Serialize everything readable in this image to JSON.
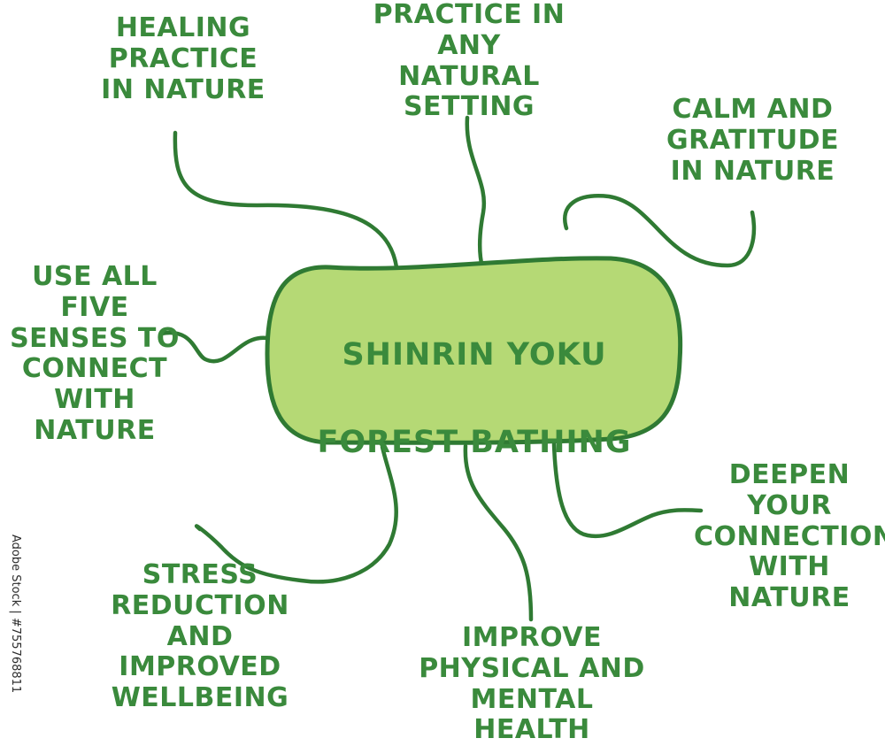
{
  "colors": {
    "ink": "#3a8a3c",
    "outline": "#2f7a33",
    "hub_fill": "#b5d975",
    "background": "#ffffff"
  },
  "hub": {
    "line1": "Shinrin Yoku",
    "line2": "Forest Bathing"
  },
  "branches": [
    {
      "id": "healing-practice",
      "text": "Healing\nPractice\nin Nature"
    },
    {
      "id": "any-natural-setting",
      "text": "Practice in\nany natural\nsetting"
    },
    {
      "id": "calm-gratitude",
      "text": "Calm and\ngratitude\nin nature"
    },
    {
      "id": "five-senses",
      "text": "Use all five\nsenses to\nconnect\nwith nature"
    },
    {
      "id": "deepen-connection",
      "text": "Deepen your\nconnection\nwith nature"
    },
    {
      "id": "stress-reduction",
      "text": "Stress\nreduction\nand improved\nwellbeing"
    },
    {
      "id": "physical-mental-health",
      "text": "Improve\nphysical and\nmental health"
    }
  ],
  "credit": "Adobe Stock | #755768811"
}
